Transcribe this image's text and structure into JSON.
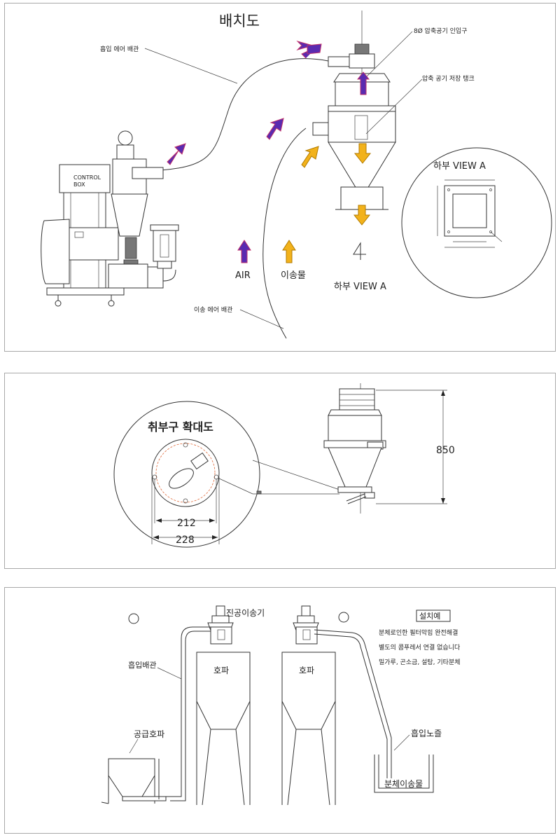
{
  "panel1": {
    "title": "배치도",
    "labels": {
      "suction_pipe": "흡입 에어 배관",
      "inlet": "8Ø 압축공기 인입구",
      "tank": "압축 공기 저장 탱크",
      "control_box_1": "CONTROL",
      "control_box_2": "BOX",
      "view_a_circle": "하부 VIEW A",
      "view_a_bottom": "하부 VIEW A",
      "transfer_pipe": "이송 에어 배관",
      "legend_air": "AIR",
      "legend_material": "이송물"
    },
    "colors": {
      "air_arrow": "#5a2bb0",
      "air_arrow_edge": "#c0306a",
      "material_arrow": "#f2b21b"
    }
  },
  "panel2": {
    "title": "취부구 확대도",
    "dim_inner": "212",
    "dim_outer": "228",
    "height_dim": "850"
  },
  "panel3": {
    "vacuum_conveyor": "진공이송기",
    "hopper_1": "호파",
    "hopper_2": "호파",
    "suction_pipe": "흡입배관",
    "supply_hopper": "공급호파",
    "suction_nozzle": "흡입노즐",
    "powder": "분체이송물",
    "example_title": "설치예",
    "notes": [
      "분체로인한 필터막힘 완전해결",
      "별도의 콤푸레서 연결 없습니다",
      "밀가루, 곤소금, 설탕, 기타분체"
    ]
  }
}
